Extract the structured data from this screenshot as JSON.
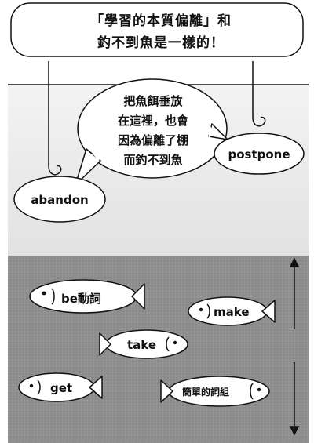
{
  "title": {
    "line1": "「學習的本質偏離」和",
    "line2": "釣不到魚是一樣的！"
  },
  "speech_bubble": {
    "line1": "把魚餌垂放",
    "line2": "在這裡，也會",
    "line3": "因為偏離了棚",
    "line4": "而釣不到魚"
  },
  "baits": [
    {
      "label": "abandon"
    },
    {
      "label": "postpone"
    }
  ],
  "fish": [
    {
      "label": "be動詞"
    },
    {
      "label": "make"
    },
    {
      "label": "take"
    },
    {
      "label": "get"
    },
    {
      "label": "簡單的詞組"
    }
  ],
  "colors": {
    "water": "#8f8f8f",
    "water_surface": "#e4e4e4",
    "line": "#111111",
    "paper": "#ffffff"
  }
}
